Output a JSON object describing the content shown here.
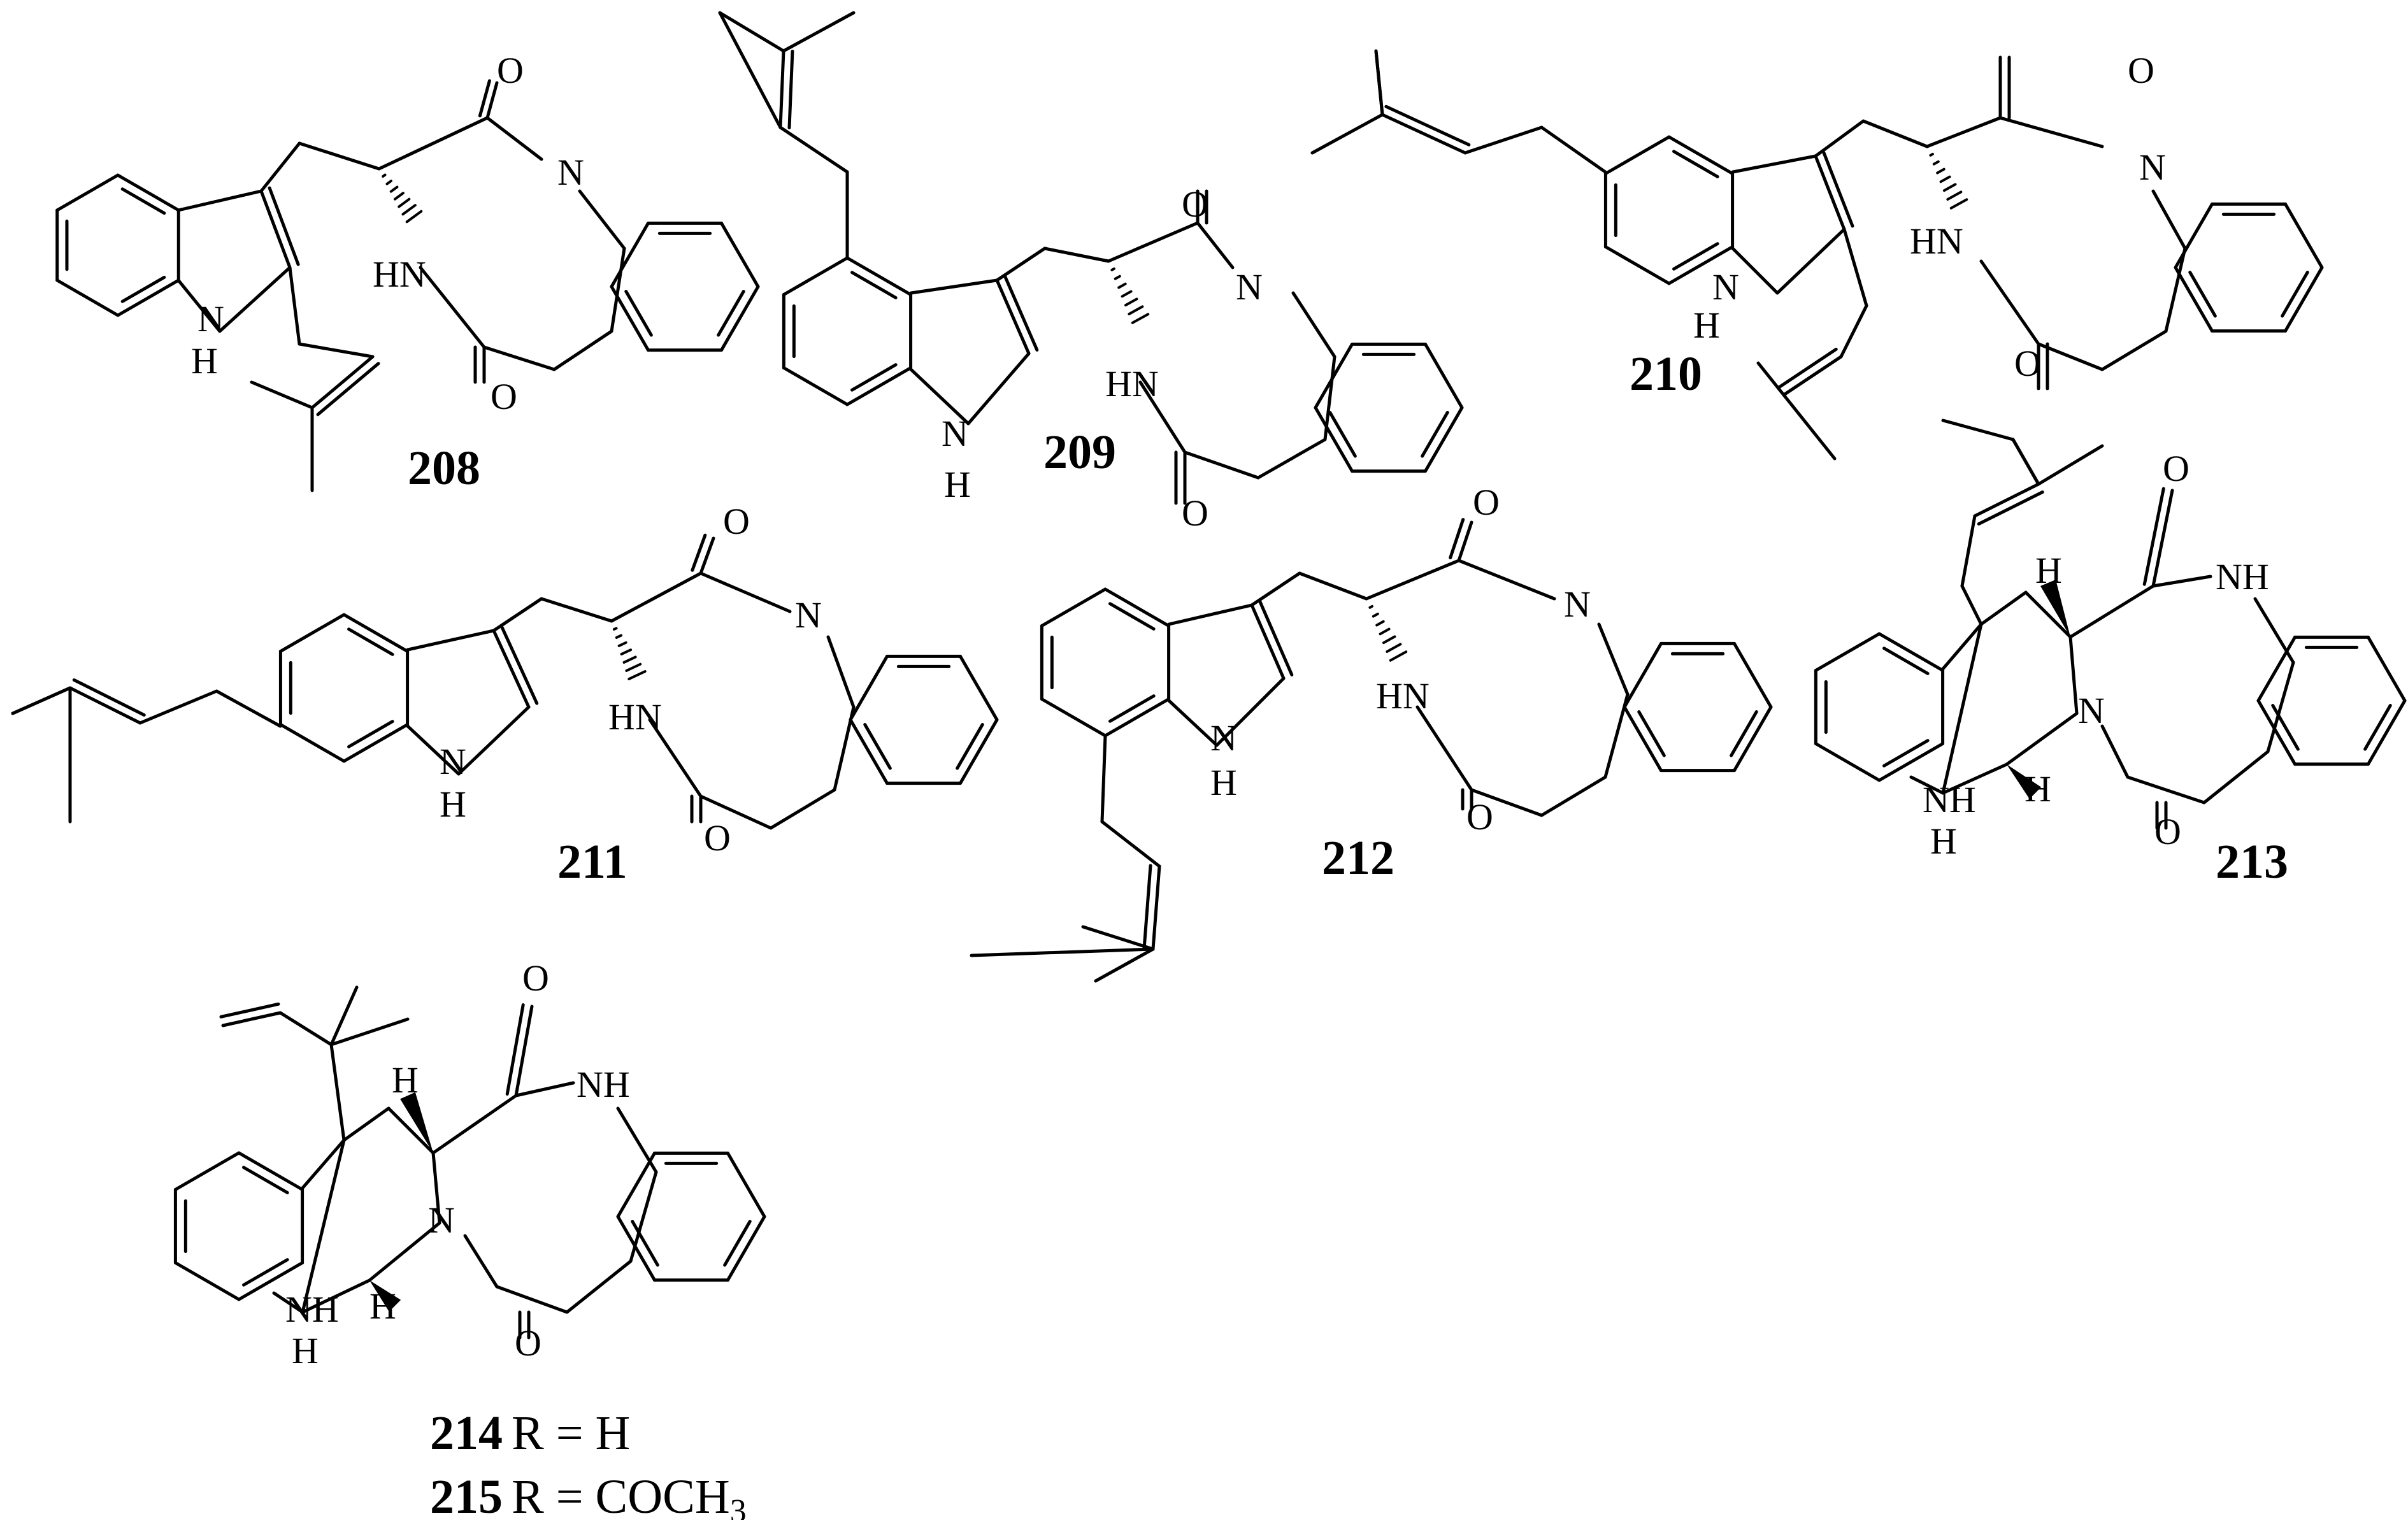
{
  "atoms": {
    "O": "O",
    "N": "N",
    "H": "H",
    "NH": "NH",
    "HN": "HN"
  },
  "compounds": [
    {
      "id": "208"
    },
    {
      "id": "209"
    },
    {
      "id": "210"
    },
    {
      "id": "211"
    },
    {
      "id": "212"
    },
    {
      "id": "213"
    },
    {
      "id": "214",
      "note": "R = H"
    },
    {
      "id": "215",
      "note": "R = COCH"
    }
  ],
  "subscripts": {
    "methyl_3": "3"
  }
}
